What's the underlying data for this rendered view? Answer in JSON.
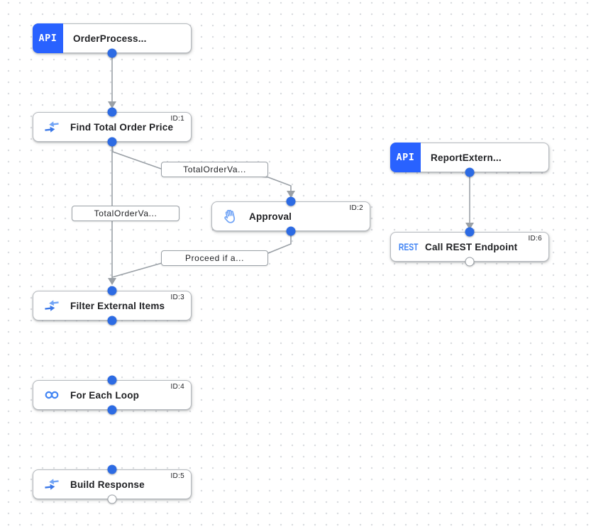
{
  "canvas": {
    "background_color": "#FFFFFF",
    "dot_color": "#DADCE0"
  },
  "colors": {
    "trigger_badge_blue": "#2962FF",
    "port_blue": "#2D6BE3",
    "icon_blue": "#4285F4",
    "icon_blue_light": "#71A4F6",
    "edge_gray": "#9AA0A6",
    "node_border": "#B6BABF",
    "text_dark": "#202124"
  },
  "nodes": [
    {
      "type": "trigger",
      "badge": "API",
      "label": "OrderProcess..."
    },
    {
      "type": "step",
      "icon": "data-mapping-icon",
      "label": "Find Total Order Price",
      "id_tag": "ID:1"
    },
    {
      "type": "step",
      "icon": "hand-icon",
      "label": "Approval",
      "id_tag": "ID:2"
    },
    {
      "type": "step",
      "icon": "data-mapping-icon",
      "label": "Filter External Items",
      "id_tag": "ID:3"
    },
    {
      "type": "step",
      "icon": "loop-icon",
      "label": "For Each Loop",
      "id_tag": "ID:4"
    },
    {
      "type": "step",
      "icon": "data-mapping-icon",
      "label": "Build Response",
      "id_tag": "ID:5"
    },
    {
      "type": "trigger",
      "badge": "API",
      "label": "ReportExtern..."
    },
    {
      "type": "step",
      "icon": "rest-icon",
      "rest_icon_text": "REST",
      "label": "Call REST Endpoint",
      "id_tag": "ID:6"
    }
  ],
  "edge_labels": [
    {
      "text": "TotalOrderVa..."
    },
    {
      "text": "TotalOrderVa..."
    },
    {
      "text": "Proceed if a..."
    }
  ]
}
